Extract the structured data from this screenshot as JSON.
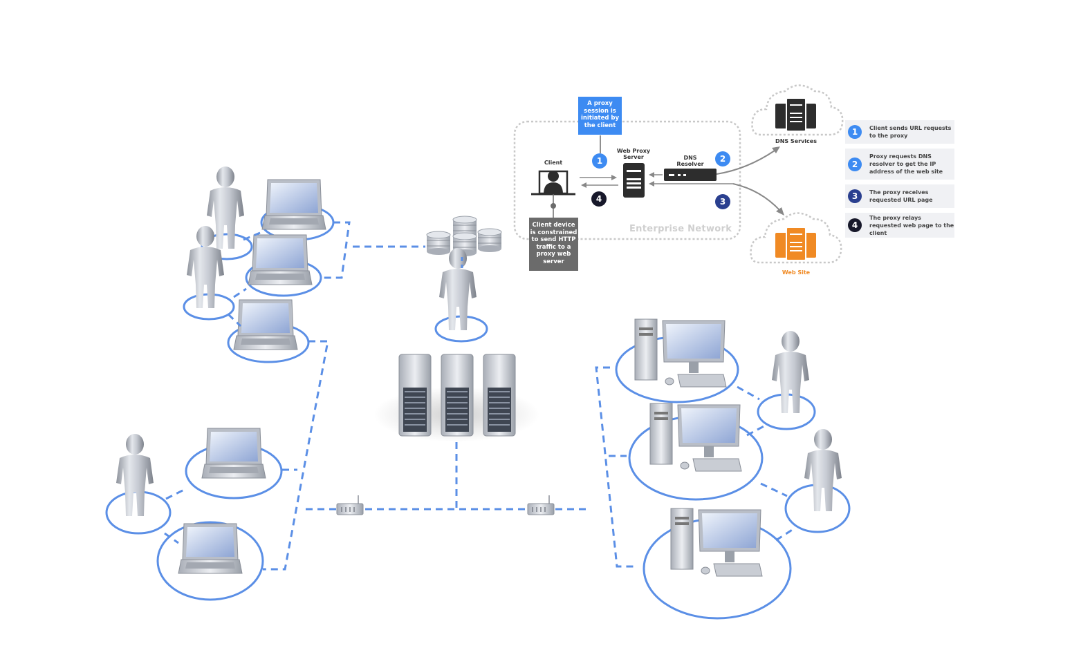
{
  "diagram": {
    "enterprise_label": "Enterprise Network",
    "client_label": "Client",
    "proxy_label": "Web Proxy\nServer",
    "resolver_label": "DNS\nResolver",
    "dns_services_label": "DNS Services",
    "website_label": "Web Site",
    "callout_blue": "A proxy session is initiated by the client",
    "callout_grey": "Client device is constrained to send HTTP traffic to a proxy web server",
    "steps": [
      "1",
      "2",
      "3",
      "4"
    ]
  },
  "legend": [
    {
      "num": "1",
      "text": "Client sends URL requests to the proxy",
      "color": "#3d8bf2"
    },
    {
      "num": "2",
      "text": "Proxy requests DNS resolver to get the IP address of the web site",
      "color": "#3d8bf2"
    },
    {
      "num": "3",
      "text": "The proxy receives requested URL page",
      "color": "#2a3f8f"
    },
    {
      "num": "4",
      "text": "The proxy relays requested web page to the client",
      "color": "#17182a"
    }
  ],
  "colors": {
    "blue": "#3d8bf2",
    "dark_navy": "#2a3f8f",
    "black": "#17182a",
    "orange": "#f08a24",
    "grey_callout": "#6b6b6b",
    "network_blue": "#5b8fe6"
  }
}
